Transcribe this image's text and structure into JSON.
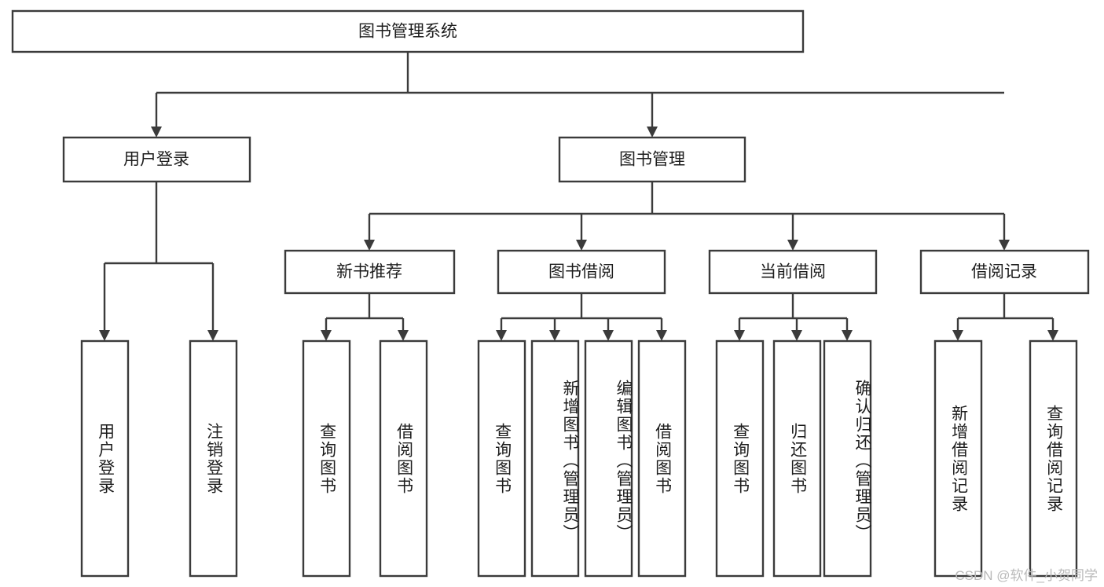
{
  "diagram": {
    "type": "tree",
    "title": "图书管理系统",
    "watermark": "CSDN @软件_小贺同学",
    "colors": {
      "stroke": "#3b3b3b",
      "box_fill": "#ffffff",
      "text": "#1d1d1d",
      "watermark": "#b9b9b9",
      "background": "#ffffff"
    },
    "root": {
      "label": "图书管理系统"
    },
    "level2": [
      {
        "label": "用户登录"
      },
      {
        "label": "图书管理"
      }
    ],
    "level3": [
      {
        "label": "新书推荐"
      },
      {
        "label": "图书借阅"
      },
      {
        "label": "当前借阅"
      },
      {
        "label": "借阅记录"
      }
    ],
    "leaves": {
      "user_login": [
        {
          "label": "用户登录"
        },
        {
          "label": "注销登录"
        }
      ],
      "new_book": [
        {
          "label": "查询图书"
        },
        {
          "label": "借阅图书"
        }
      ],
      "borrow": [
        {
          "label": "查询图书"
        },
        {
          "label": "新增图书（管理员）"
        },
        {
          "label": "编辑图书（管理员）"
        },
        {
          "label": "借阅图书"
        }
      ],
      "current": [
        {
          "label": "查询图书"
        },
        {
          "label": "归还图书"
        },
        {
          "label": "确认归还（管理员）"
        }
      ],
      "records": [
        {
          "label": "新增借阅记录"
        },
        {
          "label": "查询借阅记录"
        }
      ]
    }
  }
}
